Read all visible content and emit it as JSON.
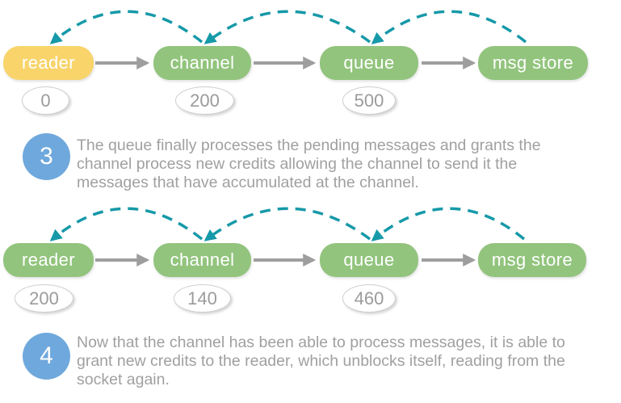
{
  "colors": {
    "node_green": "#92c47d",
    "node_yellow": "#f8d46b",
    "credit_arrow_teal": "#1699a8",
    "flow_arrow_gray": "#9e9e9e",
    "step_badge_blue": "#6fa8dc",
    "credit_text_gray": "#9b9b9b",
    "step_text_gray": "#a0a0a0"
  },
  "diagrams": [
    {
      "nodes": [
        {
          "label": "reader",
          "state": "yellow",
          "credit": "0"
        },
        {
          "label": "channel",
          "state": "green",
          "credit": "200"
        },
        {
          "label": "queue",
          "state": "green",
          "credit": "500"
        },
        {
          "label": "msg store",
          "state": "green"
        }
      ]
    },
    {
      "nodes": [
        {
          "label": "reader",
          "state": "green",
          "credit": "200"
        },
        {
          "label": "channel",
          "state": "green",
          "credit": "140"
        },
        {
          "label": "queue",
          "state": "green",
          "credit": "460"
        },
        {
          "label": "msg store",
          "state": "green"
        }
      ]
    }
  ],
  "steps": [
    {
      "number": "3",
      "lines": [
        "The queue finally processes the pending messages and grants the",
        "channel process new credits allowing the channel to send it the",
        "messages that have accumulated at the channel."
      ]
    },
    {
      "number": "4",
      "lines": [
        "Now that the channel has been able to process messages, it is able to",
        "grant new credits to the reader, which unblocks itself, reading from the",
        "socket again."
      ]
    }
  ]
}
